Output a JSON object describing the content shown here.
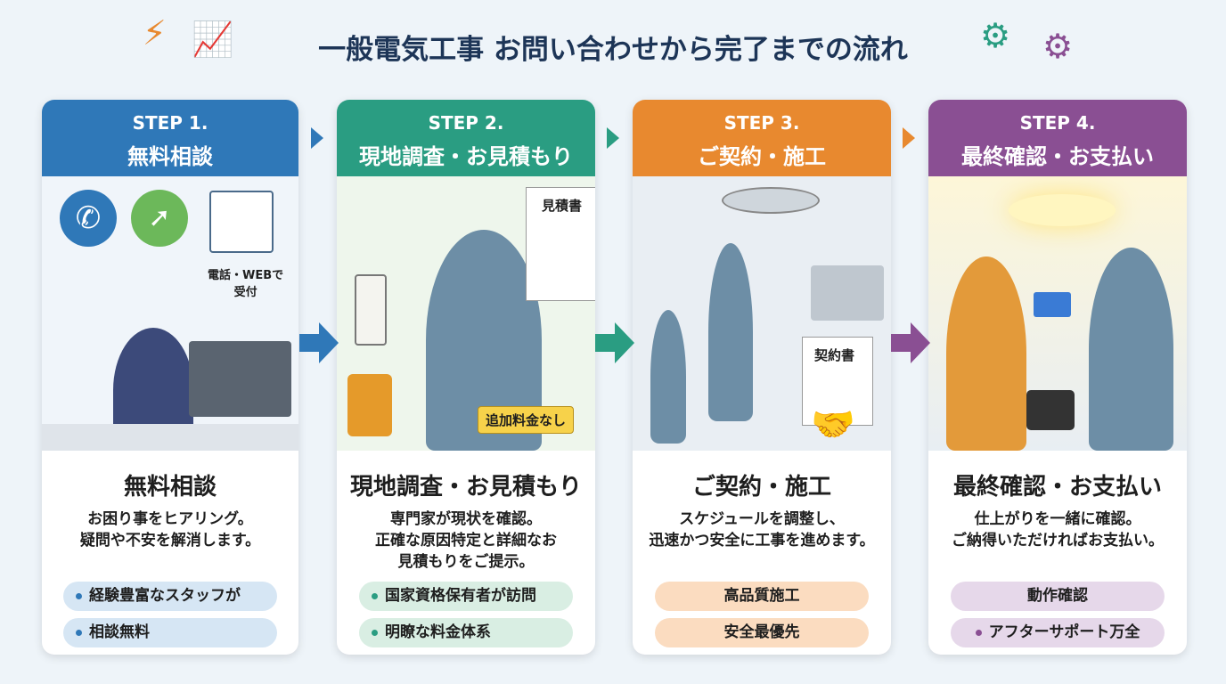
{
  "title": "一般電気工事 お問い合わせから完了までの流れ",
  "colors": {
    "step1": "#2f78b8",
    "step2": "#2a9d82",
    "step3": "#e8892f",
    "step4": "#8a4f93"
  },
  "steps": [
    {
      "step": "STEP 1.",
      "name": "無料相談",
      "heading": "無料相談",
      "desc": "お困り事をヒアリング。\n疑問や不安を解消します。",
      "pills": [
        "経験豊富なスタッフが",
        "相談無料"
      ],
      "illustration_label": "電話・WEBで\n受付"
    },
    {
      "step": "STEP 2.",
      "name": "現地調査・お見積もり",
      "heading": "現地調査・お見積もり",
      "desc": "専門家が現状を確認。\n正確な原因特定と詳細なお\n見積もりをご提示。",
      "pills": [
        "国家資格保有者が訪問",
        "明瞭な料金体系"
      ],
      "illustration_label": "見積書",
      "badge": "追加料金なし"
    },
    {
      "step": "STEP 3.",
      "name": "ご契約・施工",
      "heading": "ご契約・施工",
      "desc": "スケジュールを調整し、\n迅速かつ安全に工事を進めます。",
      "pills": [
        "高品質施工",
        "安全最優先"
      ],
      "illustration_label": "契約書"
    },
    {
      "step": "STEP 4.",
      "name": "最終確認・お支払い",
      "heading": "最終確認・お支払い",
      "desc": "仕上がりを一緒に確認。\nご納得いただければお支払い。",
      "pills": [
        "動作確認",
        "アフターサポート万全"
      ]
    }
  ]
}
